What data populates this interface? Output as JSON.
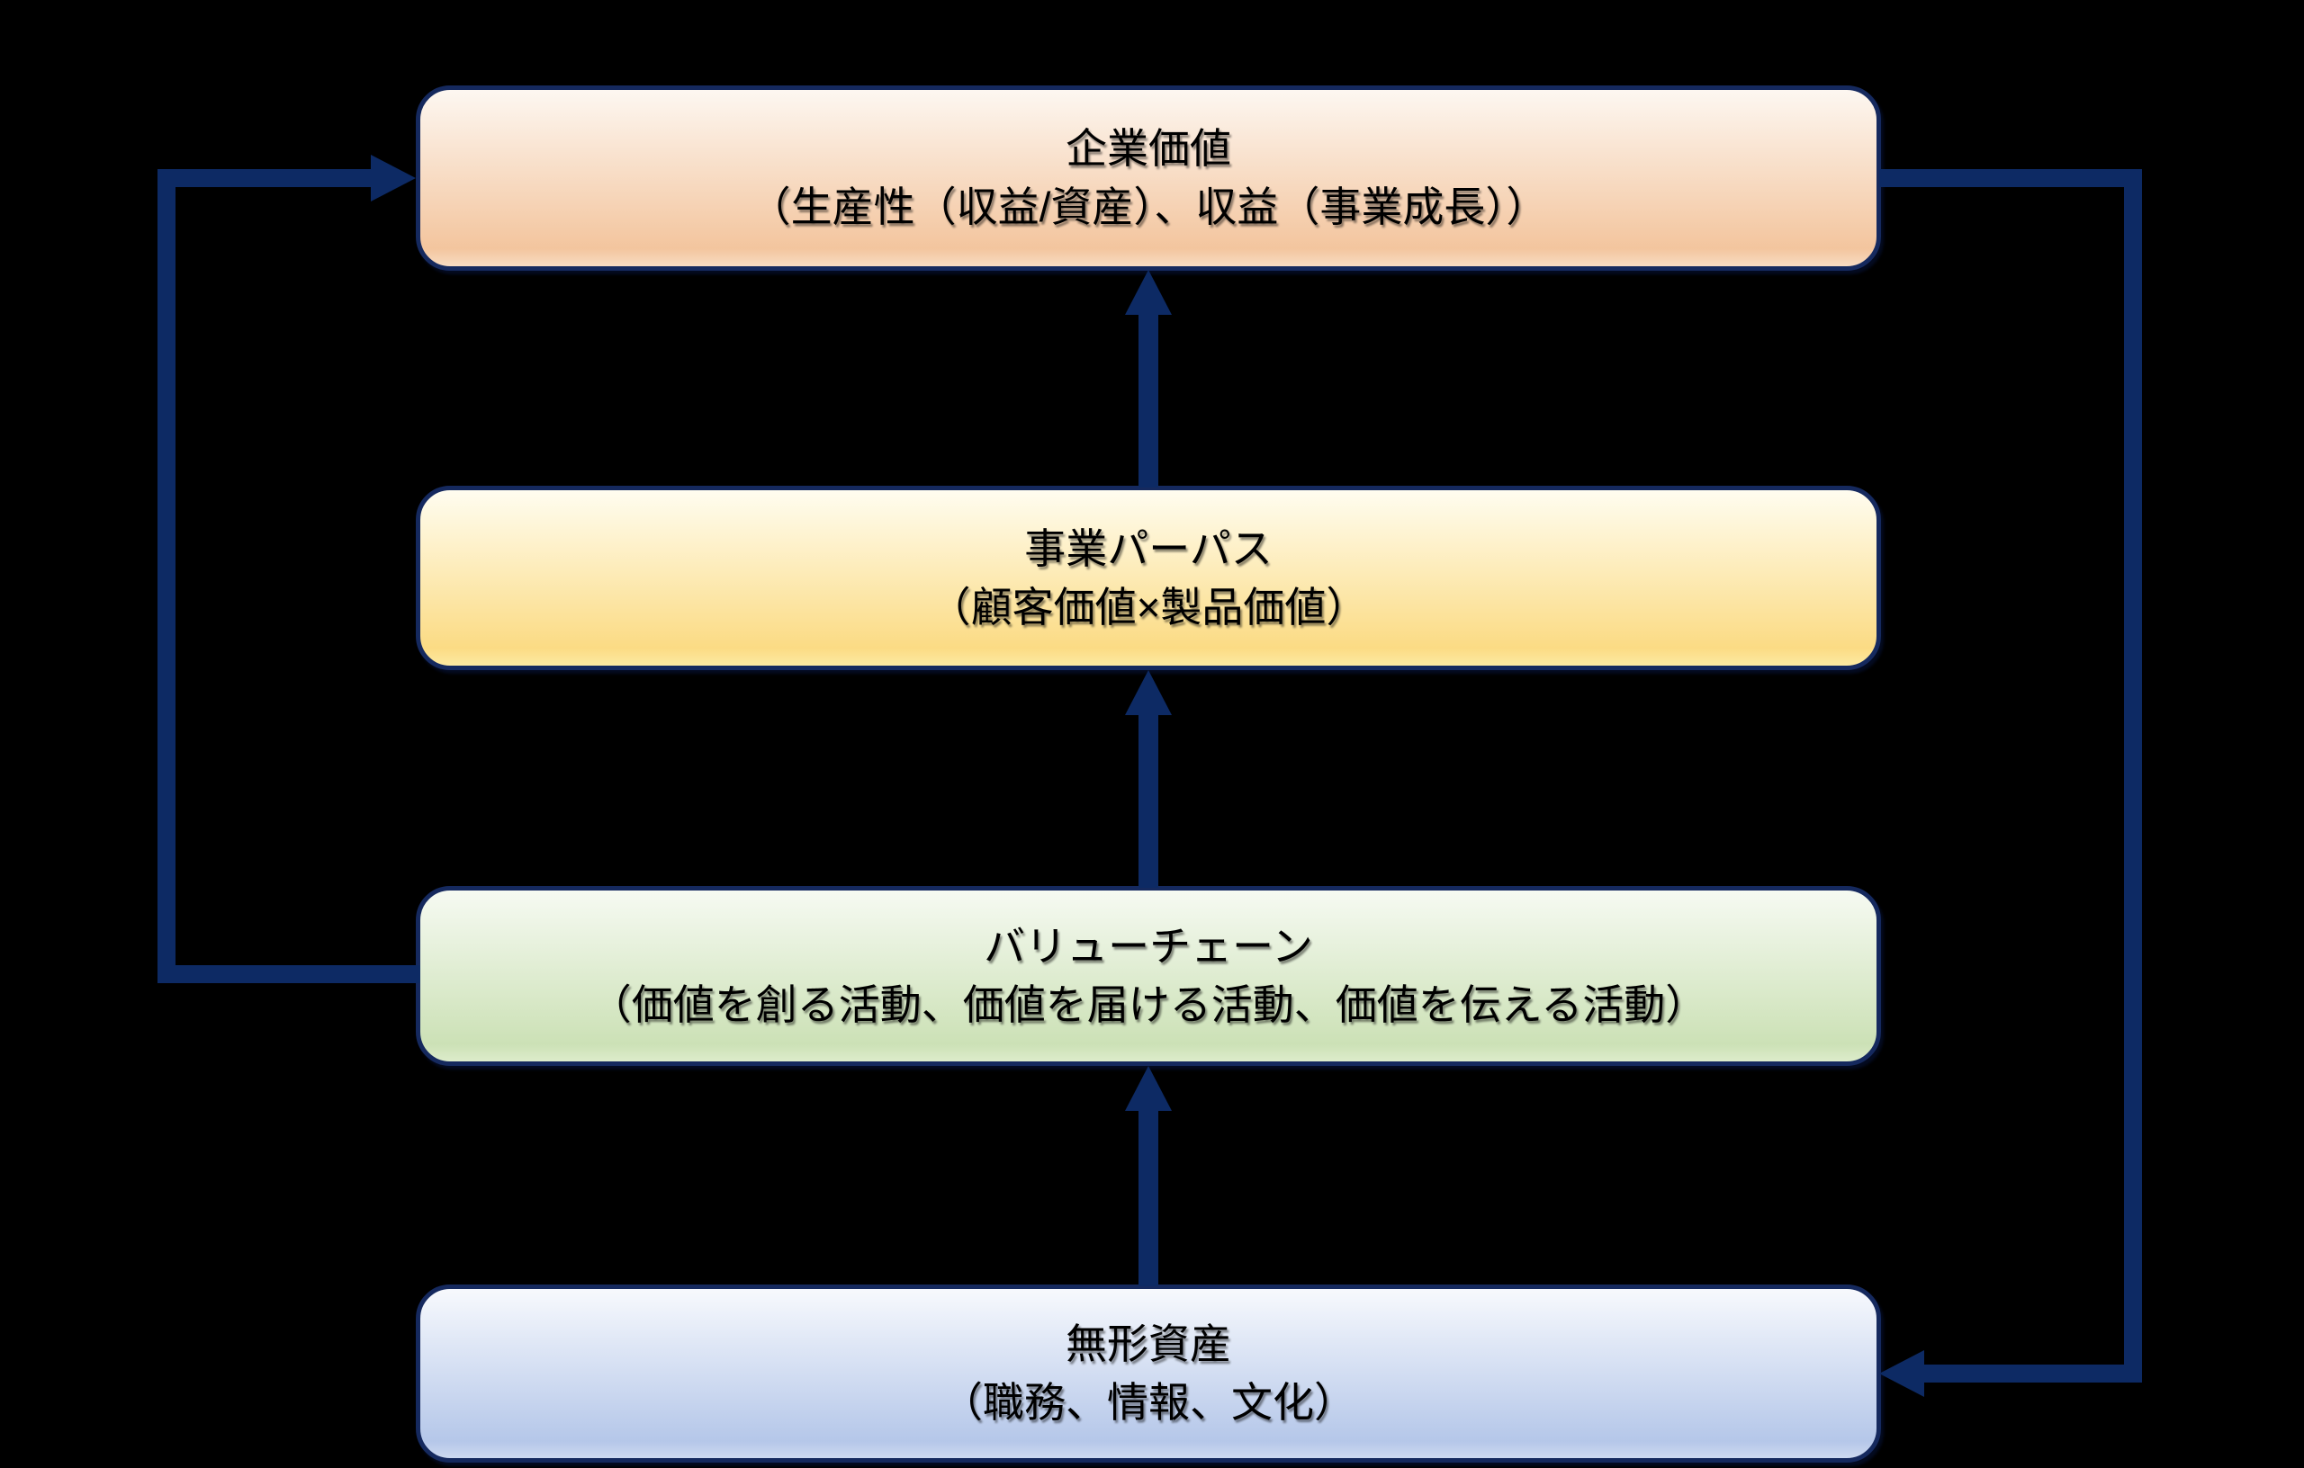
{
  "diagram": {
    "background_color": "#000000",
    "arrow_color": "#0d2a64",
    "box_border_color": "#15295e",
    "text_color": "#000000",
    "boxes": [
      {
        "id": "corporate-value",
        "title": "企業価値",
        "subtitle": "（生産性（収益/資産）、収益（事業成長））",
        "fill_top": "#fdf7f1",
        "fill_bottom": "#f3c59e",
        "fill_glow": "#f8dcc2"
      },
      {
        "id": "business-purpose",
        "title": "事業パーパス",
        "subtitle": "（顧客価値×製品価値）",
        "fill_top": "#fffdf0",
        "fill_bottom": "#fbdb84",
        "fill_glow": "#fdeaa2"
      },
      {
        "id": "value-chain",
        "title": "バリューチェーン",
        "subtitle": "（価値を創る活動、価値を届ける活動、価値を伝える活動）",
        "fill_top": "#f6faf2",
        "fill_bottom": "#cce1b6",
        "fill_glow": "#ddeccb"
      },
      {
        "id": "intangible-assets",
        "title": "無形資産",
        "subtitle": "（職務、情報、文化）",
        "fill_top": "#f7f9fd",
        "fill_bottom": "#b5c7e9",
        "fill_glow": "#cdd9f0"
      }
    ],
    "arrows": [
      {
        "id": "intangible-to-value-chain",
        "from": "無形資産",
        "to": "バリューチェーン",
        "direction": "up"
      },
      {
        "id": "value-chain-to-purpose",
        "from": "バリューチェーン",
        "to": "事業パーパス",
        "direction": "up"
      },
      {
        "id": "purpose-to-corporate-value",
        "from": "事業パーパス",
        "to": "企業価値",
        "direction": "up"
      },
      {
        "id": "value-chain-to-corporate-value-loop",
        "from": "バリューチェーン",
        "to": "企業価値",
        "direction": "left-loop"
      },
      {
        "id": "corporate-value-to-intangible-loop",
        "from": "企業価値",
        "to": "無形資産",
        "direction": "right-loop"
      }
    ]
  }
}
